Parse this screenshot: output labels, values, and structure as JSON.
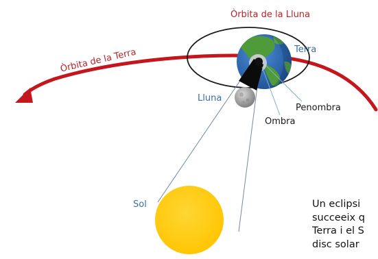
{
  "labels": {
    "moon_orbit": "Òrbita de la Lluna",
    "earth_orbit": "Òrbita de la Terra",
    "earth": "Terra",
    "moon": "Lluna",
    "penumbra": "Penombra",
    "umbra": "Ombra",
    "sun": "Sol"
  },
  "caption_lines": [
    "Un eclipsi",
    "succeeix q",
    "Terra i el S",
    "disc solar"
  ],
  "colors": {
    "orbit_red": "#c4161c",
    "label_red": "#b5232a",
    "label_blue": "#3b6fa3",
    "sun_yellow": "#ffcc00",
    "ocean_blue": "#2f6fb8",
    "land_green": "#4f9a3a"
  }
}
